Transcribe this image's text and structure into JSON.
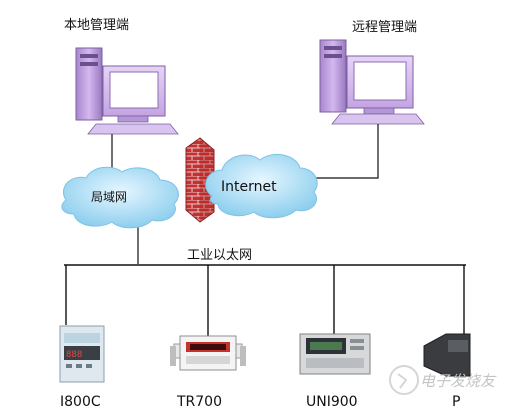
{
  "labels": {
    "local_admin": "本地管理端",
    "remote_admin": "远程管理端",
    "lan": "局域网",
    "internet": "Internet",
    "industrial_ethernet": "工业以太网"
  },
  "devices": [
    {
      "name": "I800C"
    },
    {
      "name": "TR700"
    },
    {
      "name": "UNI900"
    },
    {
      "name": "P"
    }
  ],
  "watermark": "电子发烧友",
  "colors": {
    "computer_case": "#c7a6e6",
    "monitor_frame": "#d9c3ef",
    "monitor_screen": "#ffffff",
    "cloud": "#aee0f7",
    "firewall": "#c62b2b",
    "network_line": "#111111"
  }
}
